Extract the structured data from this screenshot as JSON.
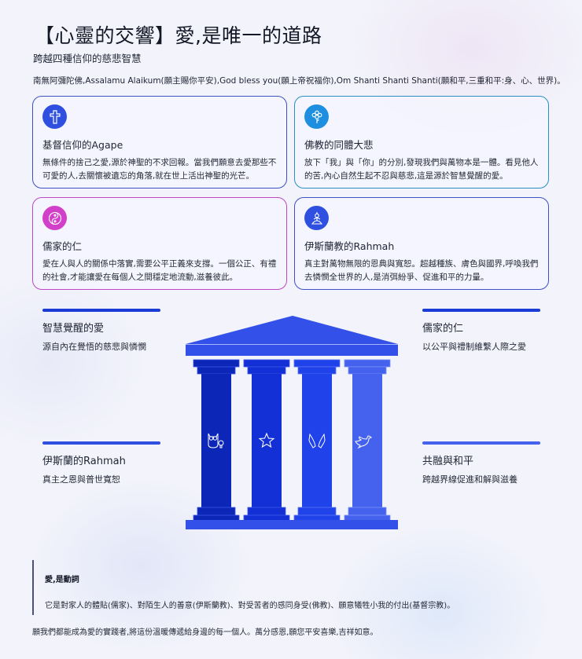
{
  "header": {
    "title": "【心靈的交響】愛,是唯一的道路",
    "subtitle": "跨越四種信仰的慈悲智慧",
    "intro": "南無阿彌陀佛,Assalamu Alaikum(願主賜你平安),God bless you(願上帝祝福你),Om Shanti Shanti Shanti(願和平,三重和平:身、心、世界)。"
  },
  "cards": [
    {
      "icon": "cross-icon",
      "color": "#2f4fe0",
      "title": "基督信仰的Agape",
      "body": "無條件的捨己之愛,源於神聖的不求回報。當我們願意去愛那些不可愛的人,去關懷被遺忘的角落,就在世上活出神聖的光芒。"
    },
    {
      "icon": "flower-icon",
      "color": "#1e8fe0",
      "title": "佛教的同體大悲",
      "body": "放下「我」與「你」的分別,發現我們與萬物本是一體。看見他人的苦,內心自然生起不忍與慈悲,這是源於智慧覺醒的愛。"
    },
    {
      "icon": "yin-yang-icon",
      "color": "#d23fc8",
      "title": "儒家的仁",
      "body": "愛在人與人的關係中落實,需要公平正義來支撐。一個公正、有禮的社會,才能讓愛在每個人之間穩定地流動,滋養彼此。"
    },
    {
      "icon": "meditation-icon",
      "color": "#2f4fe0",
      "title": "伊斯蘭教的Rahmah",
      "body": "真主對萬物無限的恩典與寬恕。超越種族、膚色與國界,呼喚我們去憐憫全世界的人,是消弭紛爭、促進和平的力量。"
    }
  ],
  "pillar_labels": [
    {
      "title": "智慧覺醒的愛",
      "sub": "源自內在覺悟的慈悲與憐憫"
    },
    {
      "title": "儒家的仁",
      "sub": "以公平與禮制維繫人際之愛"
    },
    {
      "title": "伊斯蘭的Rahmah",
      "sub": "真主之恩與普世寬恕"
    },
    {
      "title": "共融與和平",
      "sub": "跨越界線促進和解與滋養"
    }
  ],
  "temple": {
    "roof_color": "#3351e8",
    "pillars": [
      {
        "icon": "owl-icon",
        "color": "#0c27b8"
      },
      {
        "icon": "star-icon",
        "color": "#1230d6"
      },
      {
        "icon": "hands-icon",
        "color": "#2042ea"
      },
      {
        "icon": "dove-icon",
        "color": "#4562ee"
      }
    ]
  },
  "quote": {
    "title": "愛,是動詞",
    "body": "它是對家人的體貼(儒家)、對陌生人的善意(伊斯蘭教)、對受苦者的感同身受(佛教)、願意犧牲小我的付出(基督宗教)。"
  },
  "closing": "願我們都能成為愛的實踐者,將這份溫暖傳遞給身邊的每一個人。萬分感恩,願您平安喜樂,吉祥如意。"
}
